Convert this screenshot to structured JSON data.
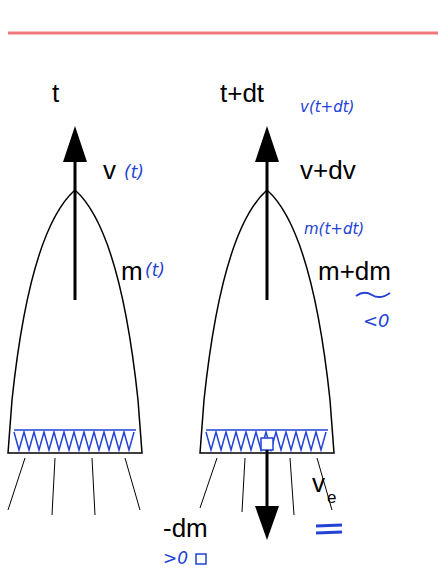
{
  "diagram": {
    "labels": [
      "t",
      "t+dt",
      "v(t+dt)",
      "v",
      "(t)",
      "v+dv",
      "m(t+dt)",
      "m",
      "(t)",
      "m+dm",
      "<0",
      "v",
      "e",
      "-dm",
      ">0"
    ]
  }
}
